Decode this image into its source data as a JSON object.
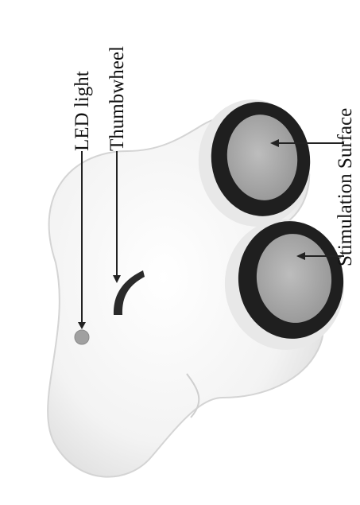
{
  "labels": {
    "led": "LED light",
    "thumbwheel": "Thumbwheel",
    "stimulation": "Stimulation Surface"
  },
  "colors": {
    "body": "#f4f4f4",
    "body_shadow": "#d9d9d9",
    "head_ring": "#1f1f1f",
    "head_pad": "#a9a9a9",
    "led": "#a0a0a0",
    "thumbwheel": "#2a2a2a",
    "line": "#222222"
  }
}
